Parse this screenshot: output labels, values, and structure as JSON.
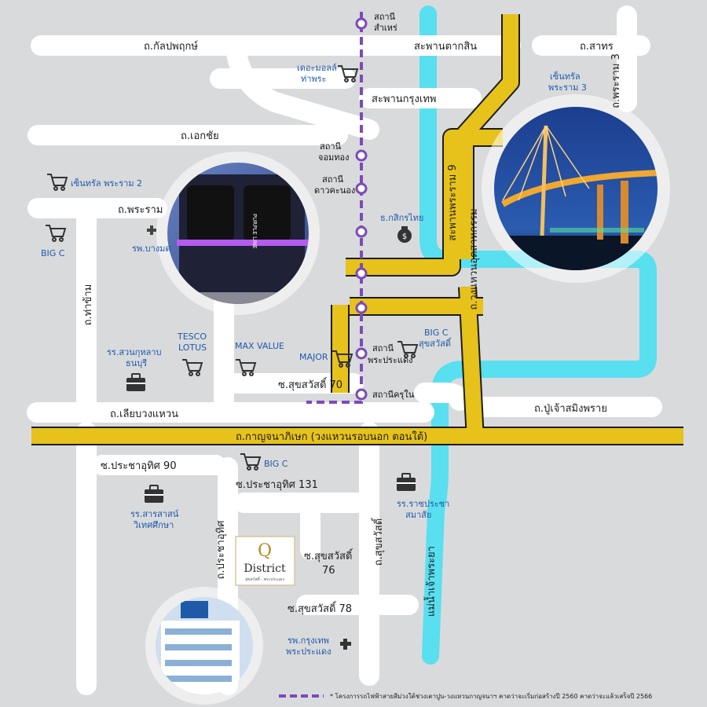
{
  "colors": {
    "background": "#d9dadc",
    "road_white": "#ffffff",
    "road_yellow": "#e7c21a",
    "road_yellow_edge": "#1d1d1d",
    "river": "#58dff0",
    "purple_line": "#7c4bb8",
    "poi_blue": "#1e5aa8"
  },
  "roads": {
    "kanlapaphruek": "ถ.กัลปพฤกษ์",
    "sathorn": "ถ.สาทร",
    "ekkachai": "ถ.เอกชัย",
    "phra_ram_2": "ถ.พระราม",
    "tha_kham": "ถ.ท่าข้าม",
    "liap_wong_waen": "ถ.เลียบวงแหวน",
    "kanchanaphisek": "ถ.กาญจนาภิเษก (วงแหวนรอบนอก ตอนใต้)",
    "pracha_uthit_90": "ซ.ประชาอุทิศ 90",
    "pracha_uthit_131": "ซ.ประชาอุทิศ 131",
    "pracha_uthit": "ถ.ประชาอุทิศ",
    "suksawat_70": "ซ.สุขสวัสดิ์ 70",
    "suksawat_76_a": "ซ.สุขสวัสดิ์",
    "suksawat_76_b": "76",
    "suksawat_78": "ซ.สุขสวัสดิ์ 78",
    "suksawat": "ถ.สุขสวัสดิ์",
    "pu_chao": "ถ.ปู่เจ้าสมิงพราย",
    "wong_waen_utsahakam": "ถ.วงแหวนอุตสาหกรรม",
    "rama_9_bridge": "สะพานพระราม 9",
    "taksin_bridge": "สะพานตากสิน",
    "krungthep_bridge": "สะพานกรุงเทพ",
    "rama_3": "ถ.พระราม 3",
    "central_rama3_a": "เซ็นทรัล",
    "central_rama3_b": "พระราม 3",
    "chao_phraya": "แม่น้ำเจ้าพระยา"
  },
  "stations": {
    "samrae_a": "สถานี",
    "samrae_b": "สำเหร่",
    "chom_thong_a": "สถานี",
    "chom_thong_b": "จอมทอง",
    "dao_khanong_a": "สถานี",
    "dao_khanong_b": "ดาวคะนอง",
    "phra_pradaeng_a": "สถานี",
    "phra_pradaeng_b": "พระประแดง",
    "khru_nai": "สถานีครุใน"
  },
  "places": {
    "the_mall_a": "เดอะมอลล์",
    "the_mall_b": "ท่าพระ",
    "central_rama2": "เซ็นทรัล พระราม 2",
    "big_c_left": "BIG C",
    "bangmod_hospital": "รพ.บางมด",
    "kasikorn": "ธ.กสิกรไทย",
    "tesco_a": "TESCO",
    "tesco_b": "LOTUS",
    "suan_kularb_a": "รร.สวนกุหลาบ",
    "suan_kularb_b": "ธนบุรี",
    "max_value": "MAX VALUE",
    "major": "MAJOR",
    "big_c_suksawat_a": "BIG C",
    "big_c_suksawat_b": "สุขสวัสดิ์",
    "big_c_bottom": "BIG C",
    "sarasas_a": "รร.สารสาสน์",
    "sarasas_b": "วิเทศศึกษา",
    "ratchaprachasamai_a": "รร.ราชประชา",
    "ratchaprachasamai_b": "สมาสัย",
    "bangkok_hospital_a": "รพ.กรุงเทพ",
    "bangkok_hospital_b": "พระประแดง"
  },
  "project": {
    "logo_letter": "Q",
    "logo_name": "District",
    "logo_sub": "สุขสวัสดิ์ - พระประแดง"
  },
  "legend": {
    "note": "* โครงการรถไฟฟ้าสายสีม่วงใต้ช่วงเตาปูน-วงแหวนกาญจนาฯ คาดว่าจะเริ่มก่อสร้างปี 2560 คาดว่าจะแล้วเสร็จปี 2566"
  },
  "photos": {
    "train_text": "PURPLE LINE"
  }
}
